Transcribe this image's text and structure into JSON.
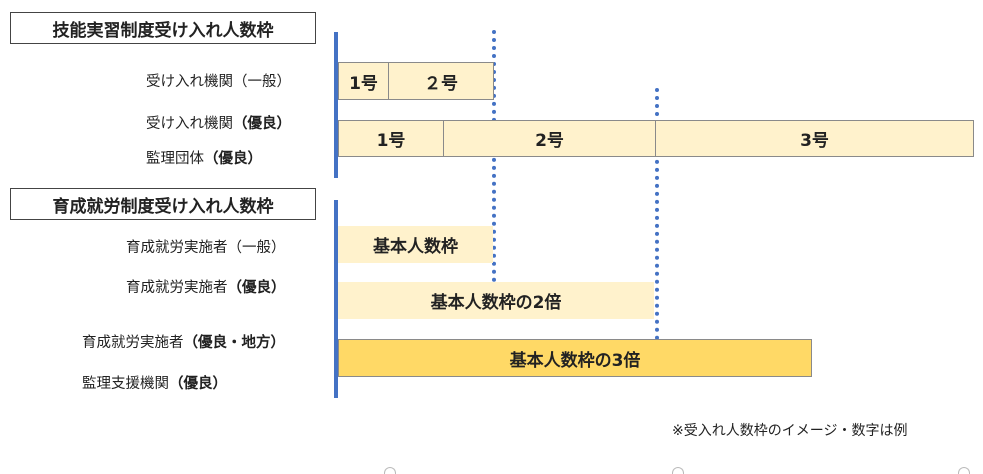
{
  "sections": [
    {
      "title": "技能実習制度受け入れ人数枠"
    },
    {
      "title": "育成就労制度受け入れ人数枠"
    }
  ],
  "technical": {
    "rows": [
      {
        "label": "受け入れ機関（一般）",
        "bold": ""
      },
      {
        "label": "受け入れ機関",
        "bold": "（優良）"
      },
      {
        "label": "監理団体",
        "bold": "（優良）"
      }
    ],
    "general_cells": [
      "1号",
      "２号"
    ],
    "excellent_cells": [
      "1号",
      "2号",
      "3号"
    ]
  },
  "ikusei": {
    "rows": [
      {
        "label": "育成就労実施者（一般）",
        "bold": ""
      },
      {
        "label": "育成就労実施者",
        "bold": "（優良）"
      },
      {
        "label": "育成就労実施者",
        "bold": "（優良・地方）"
      },
      {
        "label": "監理支援機関",
        "bold": "（優良）"
      }
    ],
    "bands": [
      "基本人数枠",
      "基本人数枠の2倍",
      "基本人数枠の3倍"
    ]
  },
  "note": "※受入れ人数枠のイメージ・数字は例",
  "colors": {
    "accent": "#4472c4",
    "cell_fill": "#fff2cc",
    "strong_fill": "#ffd966"
  }
}
